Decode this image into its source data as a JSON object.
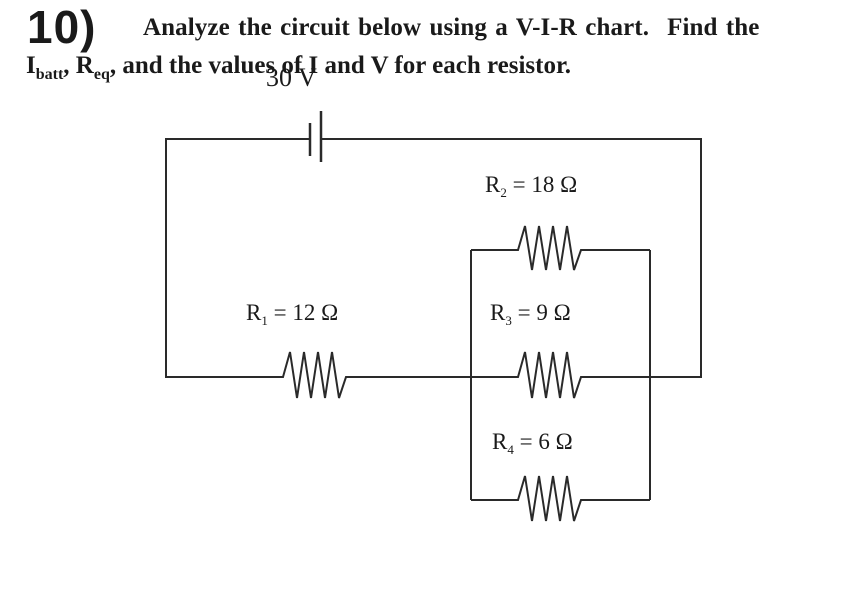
{
  "question": {
    "number": "10)",
    "line1_part1": "Analyze the circuit below using a V-I-R chart.",
    "line1_part2": "Find the",
    "line2_I": "I",
    "line2_I_sub": "batt",
    "line2_comma1": ", ",
    "line2_R": "R",
    "line2_R_sub": "eq",
    "line2_rest": ", and the values of I and V for each resistor."
  },
  "circuit": {
    "battery_voltage": "30 V",
    "resistors": [
      {
        "name": "R",
        "sub": "1",
        "value": " = 12 Ω"
      },
      {
        "name": "R",
        "sub": "2",
        "value": " = 18 Ω"
      },
      {
        "name": "R",
        "sub": "3",
        "value": " = 9 Ω"
      },
      {
        "name": "R",
        "sub": "4",
        "value": " = 6 Ω"
      }
    ]
  }
}
